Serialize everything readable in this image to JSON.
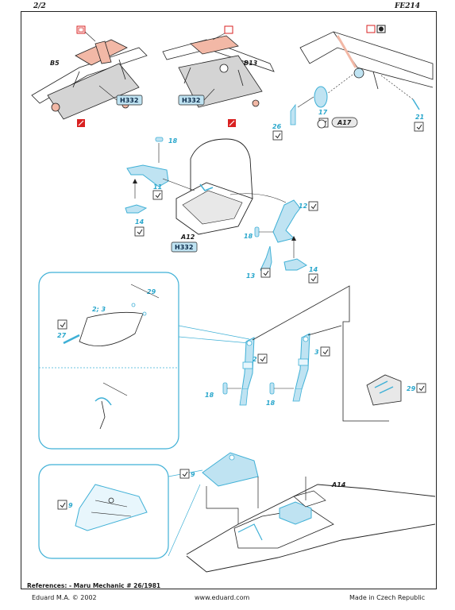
{
  "header": {
    "page": "2/2",
    "code": "FE214"
  },
  "parts": {
    "b5": "B5",
    "b13": "B13",
    "a12": "A12",
    "a14": "A14",
    "a17": "A17",
    "n18a": "18",
    "n11": "11",
    "n14a": "14",
    "n12": "12",
    "n18b": "18",
    "n13": "13",
    "n14b": "14",
    "n17": "17",
    "n26": "26",
    "n21": "21",
    "n29a": "29",
    "n23": "2; 3",
    "n27": "27",
    "n2": "2",
    "n3": "3",
    "n18c": "18",
    "n18d": "18",
    "n29b": "29",
    "n9a": "9",
    "n9b": "9"
  },
  "paint_codes": {
    "h332a": "H332",
    "h332b": "H332",
    "h332c": "H332"
  },
  "colors": {
    "etch": "#3fb0d6",
    "resin": "#f2b8a6",
    "grey": "#d4d4d4",
    "paint_box": "#bfe3f2",
    "red": "#d92121"
  },
  "references": "References: -  Maru Mechanic # 26/1981",
  "footer": {
    "copyright": "Eduard M.A. © 2002",
    "url": "www.eduard.com",
    "origin": "Made in Czech Republic"
  }
}
